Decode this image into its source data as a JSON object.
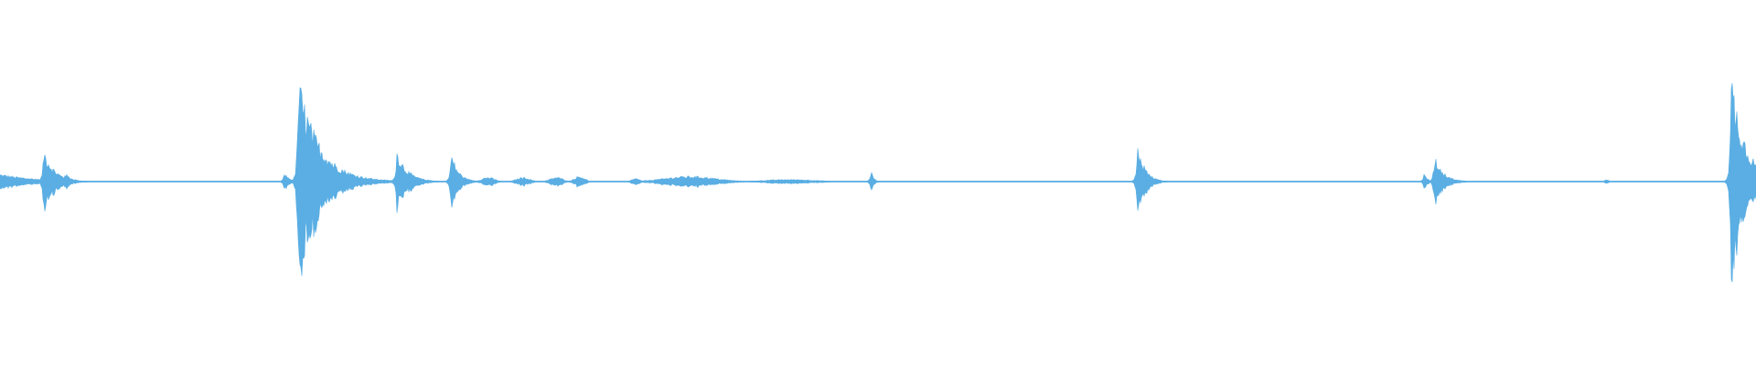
{
  "waveform": {
    "color": "#5aaee3",
    "background": "#ffffff",
    "baseline_color": "#7fc0ea",
    "transients": [
      {
        "t": 0.0,
        "amp": 0.07,
        "decay": 0.02
      },
      {
        "t": 0.025,
        "amp": 0.3,
        "decay": 0.006
      },
      {
        "t": 0.037,
        "amp": 0.08,
        "decay": 0.004
      },
      {
        "t": 0.162,
        "amp": 0.08,
        "decay": 0.003
      },
      {
        "t": 0.17,
        "amp": 0.95,
        "decay": 0.012
      },
      {
        "t": 0.226,
        "amp": 0.29,
        "decay": 0.006
      },
      {
        "t": 0.257,
        "amp": 0.27,
        "decay": 0.004
      },
      {
        "t": 0.496,
        "amp": 0.1,
        "decay": 0.0015
      },
      {
        "t": 0.648,
        "amp": 0.35,
        "decay": 0.004
      },
      {
        "t": 0.811,
        "amp": 0.07,
        "decay": 0.002
      },
      {
        "t": 0.817,
        "amp": 0.24,
        "decay": 0.005
      },
      {
        "t": 0.986,
        "amp": 1.0,
        "decay": 0.008
      }
    ],
    "swells": [
      {
        "t": 0.278,
        "amp": 0.04,
        "width": 0.005
      },
      {
        "t": 0.298,
        "amp": 0.04,
        "width": 0.005
      },
      {
        "t": 0.317,
        "amp": 0.04,
        "width": 0.005
      },
      {
        "t": 0.33,
        "amp": 0.05,
        "width": 0.004
      },
      {
        "t": 0.362,
        "amp": 0.03,
        "width": 0.003
      },
      {
        "t": 0.393,
        "amp": 0.05,
        "width": 0.02
      },
      {
        "t": 0.45,
        "amp": 0.02,
        "width": 0.02
      },
      {
        "t": 0.915,
        "amp": 0.015,
        "width": 0.002
      },
      {
        "t": 0.995,
        "amp": 0.1,
        "width": 0.005
      }
    ]
  }
}
